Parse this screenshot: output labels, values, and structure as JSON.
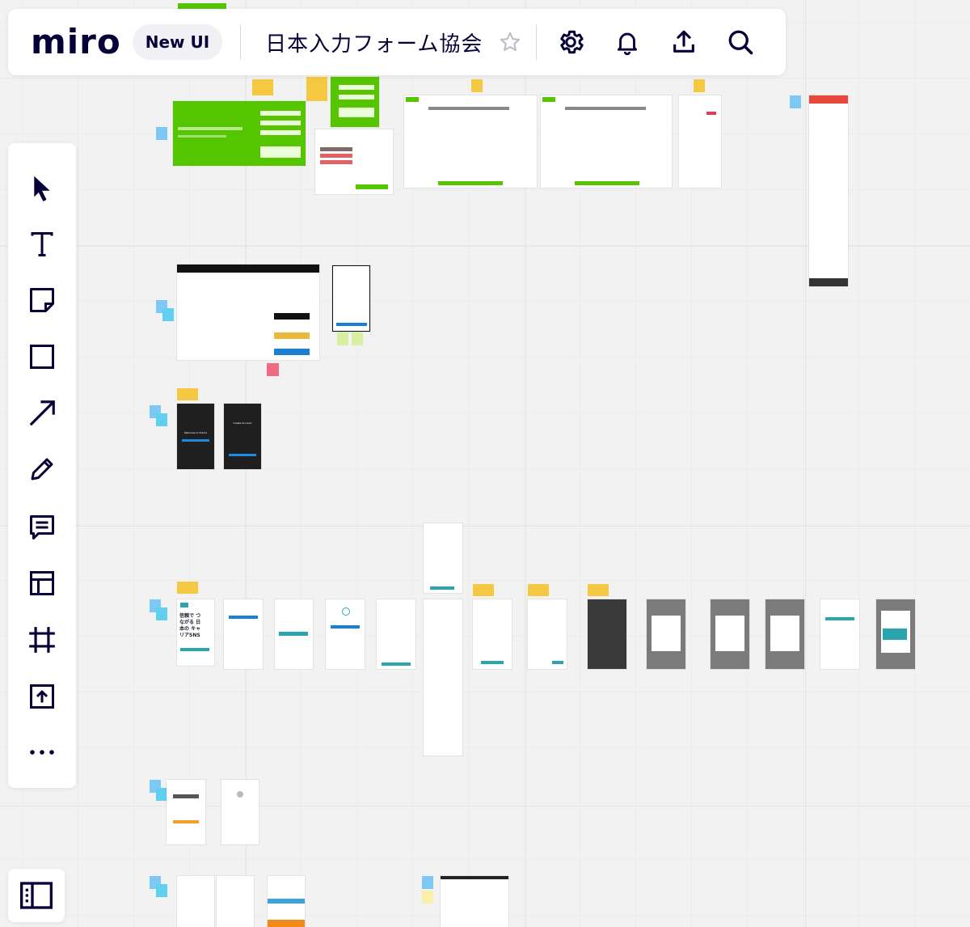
{
  "header": {
    "logo_text": "miro",
    "badge_label": "New UI",
    "board_title": "日本入力フォーム協会"
  },
  "icons": {
    "star": "star-icon",
    "settings": "gear-icon",
    "notifications": "bell-icon",
    "share": "upload-icon",
    "search": "search-icon"
  },
  "toolbar": {
    "tools": [
      "select",
      "text",
      "sticky-note",
      "shape",
      "arrow",
      "pen",
      "comment",
      "template",
      "frame",
      "upload",
      "more"
    ]
  },
  "canvas": {
    "frame_texts": {
      "welcome_signup": "Welcome to Frame",
      "create_account": "Create Account",
      "career_sns": "信頼で つながる 日本の キャリアSNS"
    }
  },
  "colors": {
    "brand": "#050038",
    "sticky_yellow": "#f5c842",
    "sticky_blue": "#7ec8f5",
    "sticky_pink": "#f06a82",
    "sticky_lime": "#d8f0a0",
    "qiita_green": "#55c500",
    "teal": "#2ba5ad",
    "canvas": "#f2f2f2"
  }
}
